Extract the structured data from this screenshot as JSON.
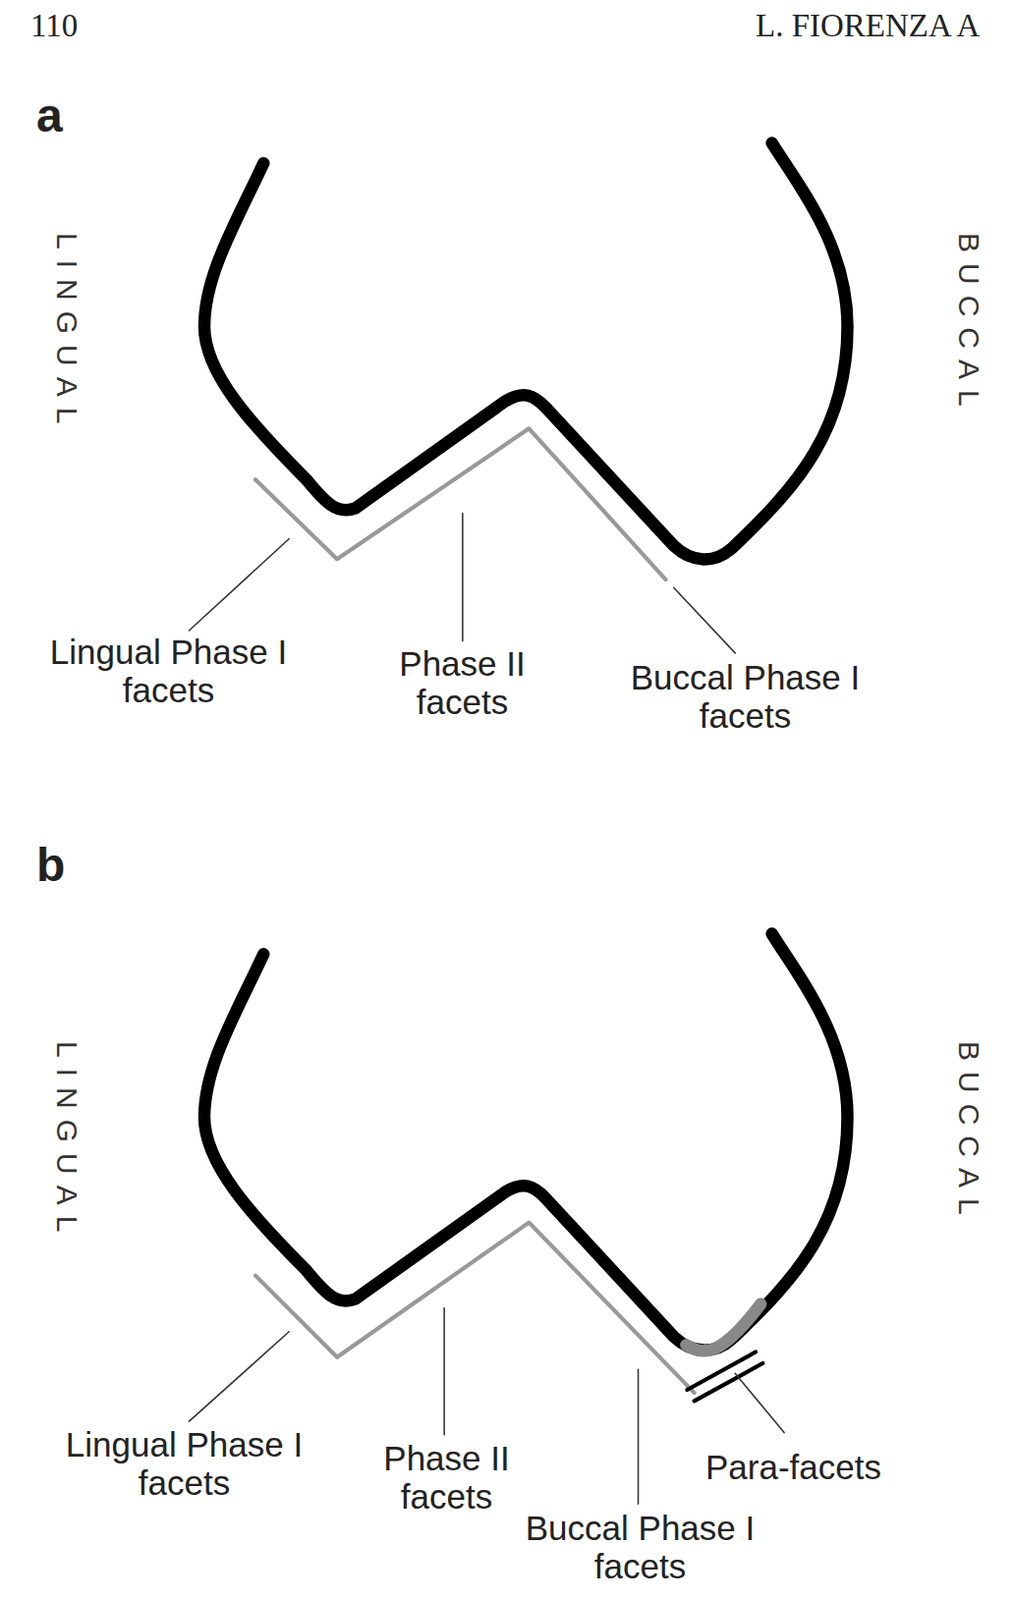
{
  "diagram": {
    "labels": [
      "110",
      "L. FIORENZA A",
      "a",
      "LINGUAL",
      "BUCCAL",
      "Lingual Phase I facets",
      "Phase II facets",
      "Buccal Phase I facets",
      "b",
      "LINGUAL",
      "BUCCAL",
      "Lingual Phase I facets",
      "Phase II facets",
      "Para-facets",
      "Buccal Phase I facets"
    ]
  }
}
